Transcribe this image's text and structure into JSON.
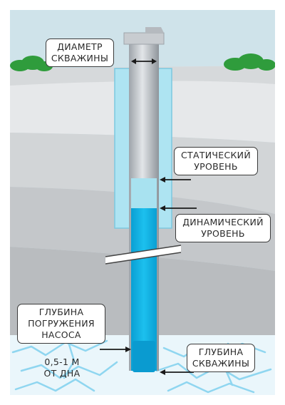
{
  "labels": {
    "well_diameter": [
      "ДИАМЕТР",
      "СКВАЖИНЫ"
    ],
    "static_level": [
      "СТАТИЧЕСКИЙ",
      "УРОВЕНЬ"
    ],
    "dynamic_level": [
      "ДИНАМИЧЕСКИЙ",
      "УРОВЕНЬ"
    ],
    "pump_depth": [
      "ГЛУБИНА",
      "ПОГРУЖЕНИЯ",
      "НАСОСА"
    ],
    "pump_offset": [
      "0,5-1 М",
      "ОТ ДНА"
    ],
    "well_depth": [
      "ГЛУБИНА",
      "СКВАЖИНЫ"
    ]
  },
  "colors": {
    "sky": "#cfe3ea",
    "ground_light": "#e6e8ea",
    "ground_mid": "#cfd2d4",
    "ground_dark": "#b9bcbf",
    "grass": "#2f9c3c",
    "casing": "#aee4f2",
    "pipe": "#c4c8cc",
    "water_light": "#a8e2f0",
    "water": "#12aee0",
    "aquifer": "#9fdcf2"
  },
  "icons": [
    "arrow-icon",
    "double-arrow-icon",
    "pipe-break-icon"
  ]
}
